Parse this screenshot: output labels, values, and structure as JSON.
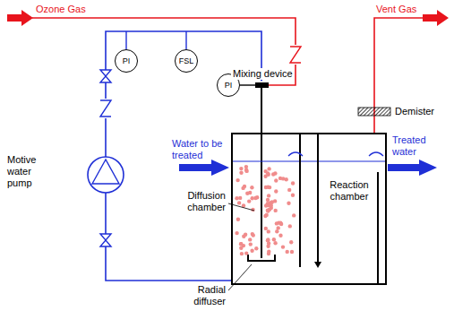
{
  "diagram": {
    "nodes": [
      {
        "text": [
          "PI"
        ]
      },
      {
        "text": [
          "FSL"
        ]
      },
      {
        "text": [
          "PI"
        ]
      },
      {
        "text": [
          "Reaction chamber"
        ]
      }
    ],
    "labels": [
      "Ozone Gas",
      "Vent Gas",
      "Mixing device",
      "Demister",
      "Motive water pump",
      "Water to be treated",
      "Diffusion chamber",
      "Treated water",
      "Radial diffuser"
    ]
  }
}
